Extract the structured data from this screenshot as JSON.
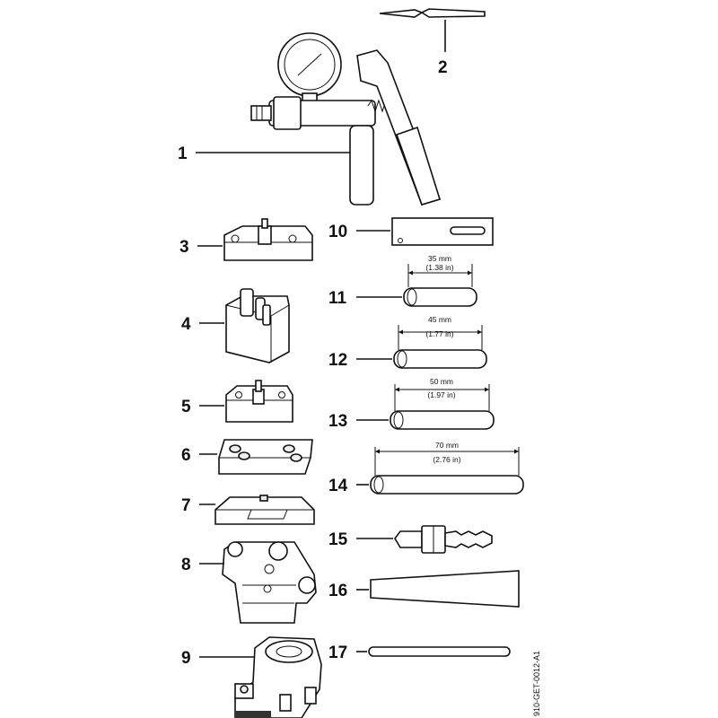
{
  "callouts": {
    "c1": "1",
    "c2": "2",
    "c3": "3",
    "c4": "4",
    "c5": "5",
    "c6": "6",
    "c7": "7",
    "c8": "8",
    "c9": "9",
    "c10": "10",
    "c11": "11",
    "c12": "12",
    "c13": "13",
    "c14": "14",
    "c15": "15",
    "c16": "16",
    "c17": "17"
  },
  "dimensions": {
    "d11_mm": "35 mm",
    "d11_in": "(1.38 in)",
    "d12_mm": "45 mm",
    "d12_in": "(1.77 in)",
    "d13_mm": "50 mm",
    "d13_in": "(1.97 in)",
    "d14_mm": "70 mm",
    "d14_in": "(2.76 in)"
  },
  "figure_code": "910-GET-0012-A1"
}
